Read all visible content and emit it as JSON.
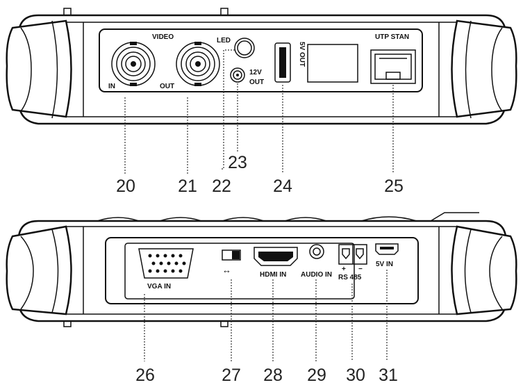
{
  "top_panel": {
    "labels": {
      "video": "VIDEO",
      "in": "IN",
      "out": "OUT",
      "led": "LED",
      "v12": "12V",
      "v12_out": "OUT",
      "v5_out": "5V OUT",
      "utp": "UTP STAN"
    },
    "callouts": [
      "20",
      "21",
      "22",
      "23",
      "24",
      "25"
    ]
  },
  "bottom_panel": {
    "labels": {
      "vga_in": "VGA IN",
      "hdmi_in": "HDMI IN",
      "audio_in": "AUDIO IN",
      "rs485": "RS 485",
      "plus": "+",
      "minus": "−",
      "v5_in": "5V IN",
      "arrow": "↔"
    },
    "callouts": [
      "26",
      "27",
      "28",
      "29",
      "30",
      "31"
    ]
  }
}
